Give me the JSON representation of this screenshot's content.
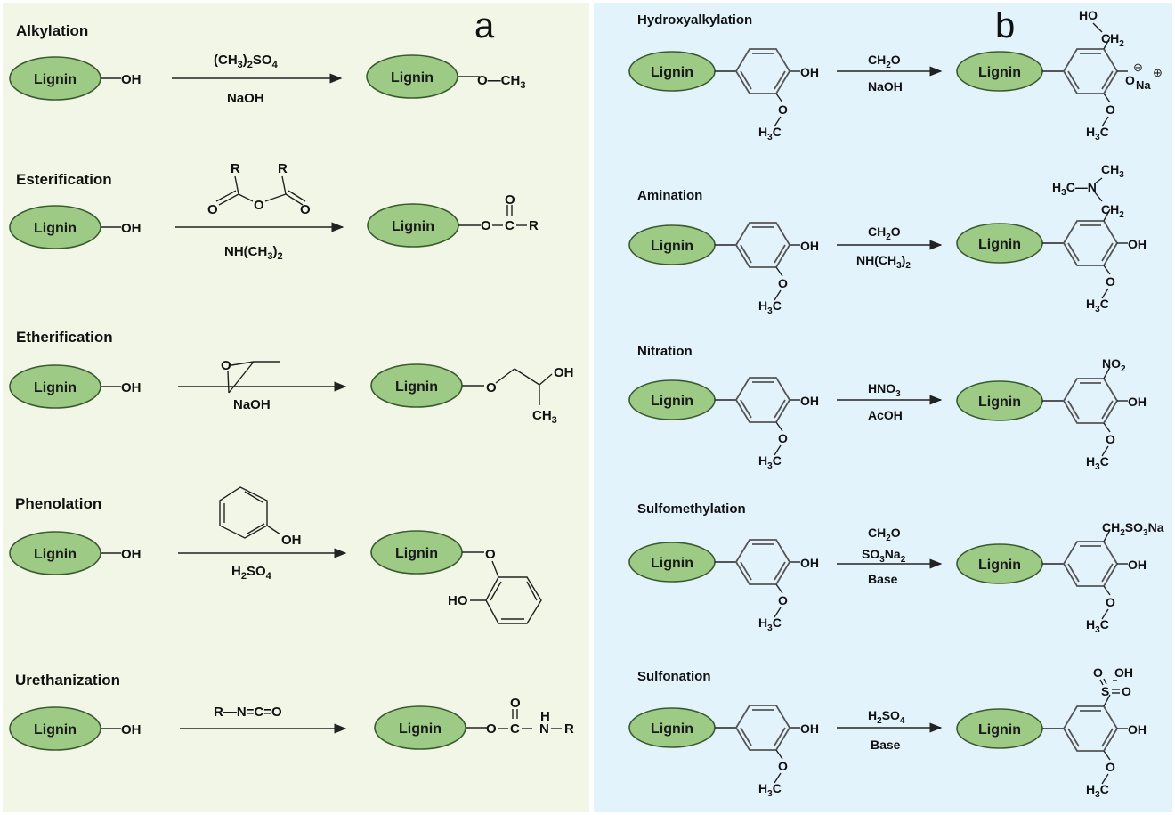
{
  "figure": {
    "panels": [
      {
        "label": "a",
        "background": "#f1f6e6",
        "reactions": [
          {
            "name": "Alkylation",
            "reactant": "Lignin",
            "reactant_group": "OH",
            "reagent_top": "(CH3)2SO4",
            "reagent_bottom": "NaOH",
            "product": "Lignin",
            "product_group": "O—CH3"
          },
          {
            "name": "Esterification",
            "reactant": "Lignin",
            "reactant_group": "OH",
            "reagent_top": "R-C(=O)-O-C(=O)-R (anhydride)",
            "reagent_bottom": "NH(CH3)2",
            "product": "Lignin",
            "product_group": "O—C(=O)—R"
          },
          {
            "name": "Etherification",
            "reactant": "Lignin",
            "reactant_group": "OH",
            "reagent_top": "propylene oxide",
            "reagent_bottom": "NaOH",
            "product": "Lignin",
            "product_group": "O—CH2—CH(OH)—CH3"
          },
          {
            "name": "Phenolation",
            "reactant": "Lignin",
            "reactant_group": "OH",
            "reagent_top": "phenol (OH)",
            "reagent_bottom": "H2SO4",
            "product": "Lignin",
            "product_group": "O—C6H4—OH"
          },
          {
            "name": "Urethanization",
            "reactant": "Lignin",
            "reactant_group": "OH",
            "reagent_top": "R—N=C=O",
            "reagent_bottom": "",
            "product": "Lignin",
            "product_group": "O—C(=O)—NH—R"
          }
        ]
      },
      {
        "label": "b",
        "background": "#e3f3fc",
        "reactions": [
          {
            "name": "Hydroxyalkylation",
            "reagents": [
              "CH2O",
              "NaOH"
            ],
            "product_substituent": "HO-CH2",
            "product_phenol": "O⁻ Na⁺"
          },
          {
            "name": "Amination",
            "reagents": [
              "CH2O",
              "NH(CH3)2"
            ],
            "product_substituent": "(CH3)2N-CH2",
            "product_phenol": "OH"
          },
          {
            "name": "Nitration",
            "reagents": [
              "HNO3",
              "AcOH"
            ],
            "product_substituent": "NO2",
            "product_phenol": "OH"
          },
          {
            "name": "Sulfomethylation",
            "reagents": [
              "CH2O",
              "SO3Na2",
              "Base"
            ],
            "product_substituent": "CH2SO3Na",
            "product_phenol": "OH"
          },
          {
            "name": "Sulfonation",
            "reagents": [
              "H2SO4",
              "Base"
            ],
            "product_substituent": "SO2OH",
            "product_phenol": "OH"
          }
        ]
      }
    ],
    "text": {
      "lignin": "Lignin",
      "oh": "OH",
      "o": "O",
      "h3c": "H3C",
      "naoh": "NaOH",
      "r": "R",
      "c": "C",
      "n": "N",
      "h": "H",
      "ho": "HO",
      "ch3": "CH",
      "na": "Na",
      "base": "Base",
      "acoh": "AcOH",
      "rnco": "R—N=C=O"
    }
  }
}
